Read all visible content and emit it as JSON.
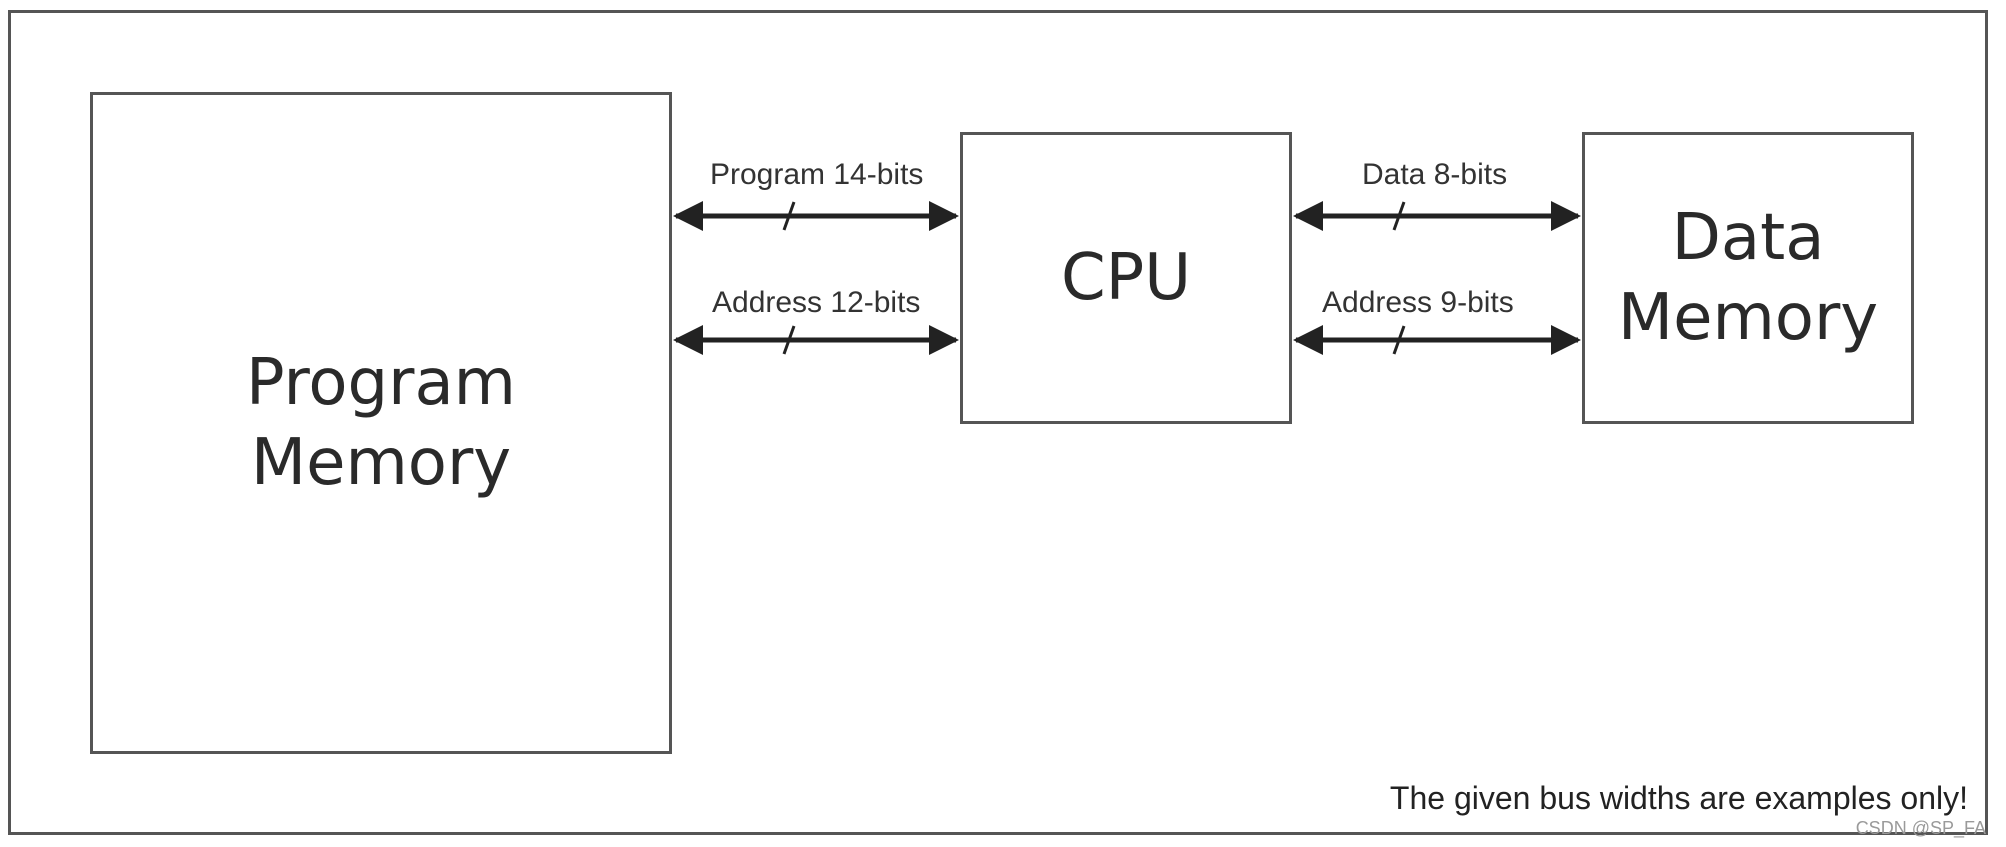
{
  "blocks": {
    "program_memory": "Program\nMemory",
    "cpu": "CPU",
    "data_memory": "Data\nMemory"
  },
  "buses": {
    "program": "Program 14-bits",
    "address_left": "Address 12-bits",
    "data": "Data 8-bits",
    "address_right": "Address 9-bits"
  },
  "note": "The given bus widths are examples only!",
  "watermark": "CSDN @SP_FA",
  "colors": {
    "line": "#222222",
    "border": "#555555",
    "text": "#2a2a2a"
  }
}
